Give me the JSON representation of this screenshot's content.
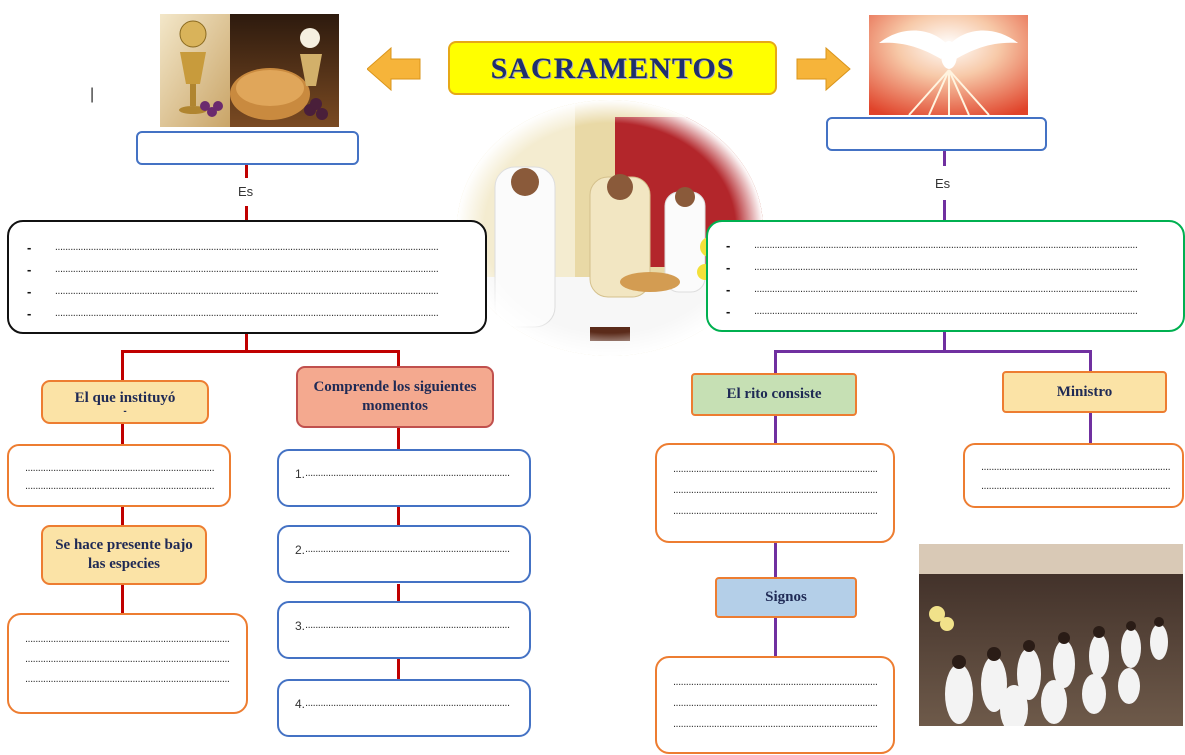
{
  "title": "SACRAMENTOS",
  "left": {
    "es_label": "Es",
    "bullets": [
      "-",
      "-",
      "-",
      "-"
    ],
    "instituyo_label": "El que instituyó",
    "instituyo_sub": "-",
    "especies_label": "Se hace presente bajo las especies",
    "comprende_label": "Comprende los siguientes momentos",
    "momentos": [
      "1.",
      "2.",
      "3.",
      "4."
    ]
  },
  "right": {
    "es_label": "Es",
    "bullets": [
      "-",
      "-",
      "-",
      "-"
    ],
    "rito_label": "El rito consiste",
    "ministro_label": "Ministro",
    "signos_label": "Signos"
  },
  "cursor_mark": "|",
  "dots": "......................................................................................................................................................",
  "colors": {
    "title_bg": "#ffff00",
    "title_border": "#e6a817",
    "title_text": "#1f2f6e",
    "arrow_fill": "#f6b43a",
    "left_line": "#c00000",
    "right_line": "#7030a0",
    "blue_border": "#4472c4",
    "orange_border": "#ed7d31",
    "green_border": "#00b050",
    "peach_box": "#fbe3a6",
    "salmon_box": "#f4a98f",
    "green_box": "#c6e0b4",
    "blue_box": "#b4cfe8"
  }
}
